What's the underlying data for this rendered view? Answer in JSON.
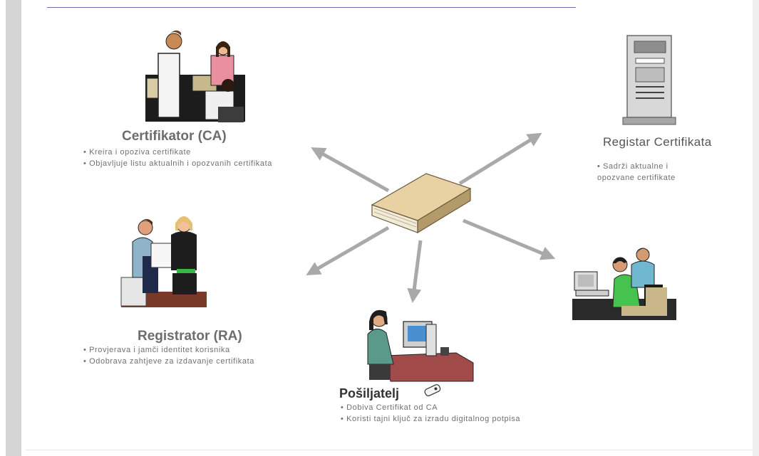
{
  "nodes": {
    "ca": {
      "title": "Certifikator (CA)",
      "bullets": [
        "Kreira i opoziva certifikate",
        "Objavljuje listu aktualnih i opozvanih certifikata"
      ]
    },
    "registry": {
      "title": "Registar Certifikata",
      "desc_line1": "• Sadrži aktualne i",
      "desc_line2": "opozvane certifikate"
    },
    "ra": {
      "title": "Registrator (RA)",
      "bullets": [
        "Provjerava i jamči identitet korisnika",
        "Odobrava zahtjeve za izdavanje certifikata"
      ]
    },
    "sender": {
      "title": "Pošiljatelj",
      "bullets": [
        "Dobiva Certifikat od CA",
        "Koristi tajni ključ za izradu digitalnog potpisa"
      ]
    }
  },
  "colors": {
    "arrow": "#a9a9a9",
    "title": "#6d6d6d",
    "body_text": "#707070"
  },
  "icons": [
    "office-staff-illustration",
    "server-tower-icon",
    "central-box-icon",
    "registrar-people-illustration",
    "woman-at-computer-illustration",
    "key-icon",
    "computer-users-illustration"
  ]
}
